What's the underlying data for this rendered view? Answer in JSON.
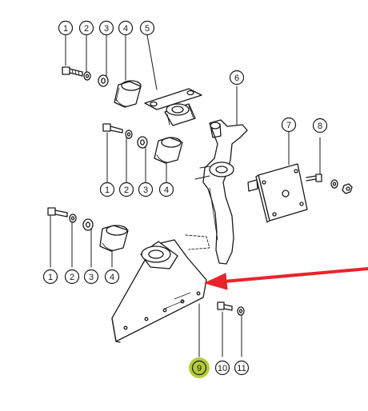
{
  "callouts": {
    "r1": [
      "1",
      "2",
      "3",
      "4",
      "5",
      "6"
    ],
    "r2": [
      "1",
      "2",
      "3",
      "4",
      "7",
      "8"
    ],
    "r3": [
      "1",
      "2",
      "3",
      "4",
      "9",
      "10",
      "11"
    ]
  },
  "highlight": {
    "part": "9",
    "color": "#b5cc3a"
  },
  "pointer": {
    "color": "#e8242a"
  },
  "colors": {
    "line": "#1a1a1a",
    "paper": "#ffffff"
  }
}
